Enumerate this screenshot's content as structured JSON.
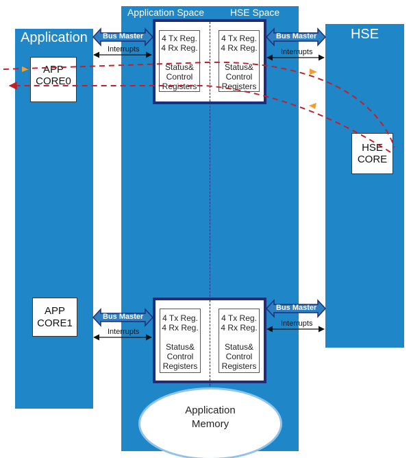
{
  "columns": {
    "application": {
      "title": "Application"
    },
    "app_space": {
      "title": "Application Space"
    },
    "hse_space": {
      "title": "HSE Space"
    },
    "hse": {
      "title": "HSE"
    }
  },
  "cores": {
    "app_core0": {
      "line1": "APP",
      "line2": "CORE0"
    },
    "app_core1": {
      "line1": "APP",
      "line2": "CORE1"
    },
    "hse_core": {
      "line1": "HSE",
      "line2": "CORE"
    }
  },
  "mailboxes": [
    {
      "app_side": {
        "tx": "4 Tx Reg.",
        "rx": "4 Rx Reg.",
        "status1": "Status&",
        "status2": "Control",
        "status3": "Registers"
      },
      "hse_side": {
        "tx": "4 Tx Reg.",
        "rx": "4 Rx Reg.",
        "status1": "Status&",
        "status2": "Control",
        "status3": "Registers"
      }
    },
    {
      "app_side": {
        "tx": "4 Tx Reg.",
        "rx": "4 Rx Reg.",
        "status1": "Status&",
        "status2": "Control",
        "status3": "Registers"
      },
      "hse_side": {
        "tx": "4 Tx Reg.",
        "rx": "4 Rx Reg.",
        "status1": "Status&",
        "status2": "Control",
        "status3": "Registers"
      }
    }
  ],
  "connections": {
    "bus_master": "Bus Master",
    "interrupts": "Interrupts"
  },
  "memory": {
    "line1": "Application",
    "line2": "Memory"
  },
  "colors": {
    "column_blue": "#1f86c8",
    "mailbox_border": "#1b2f7a",
    "bus_arrow_fill": "#2e7fbf",
    "flow_dashed": "#c0202a",
    "flow_arrowhead": "#f0a030"
  }
}
